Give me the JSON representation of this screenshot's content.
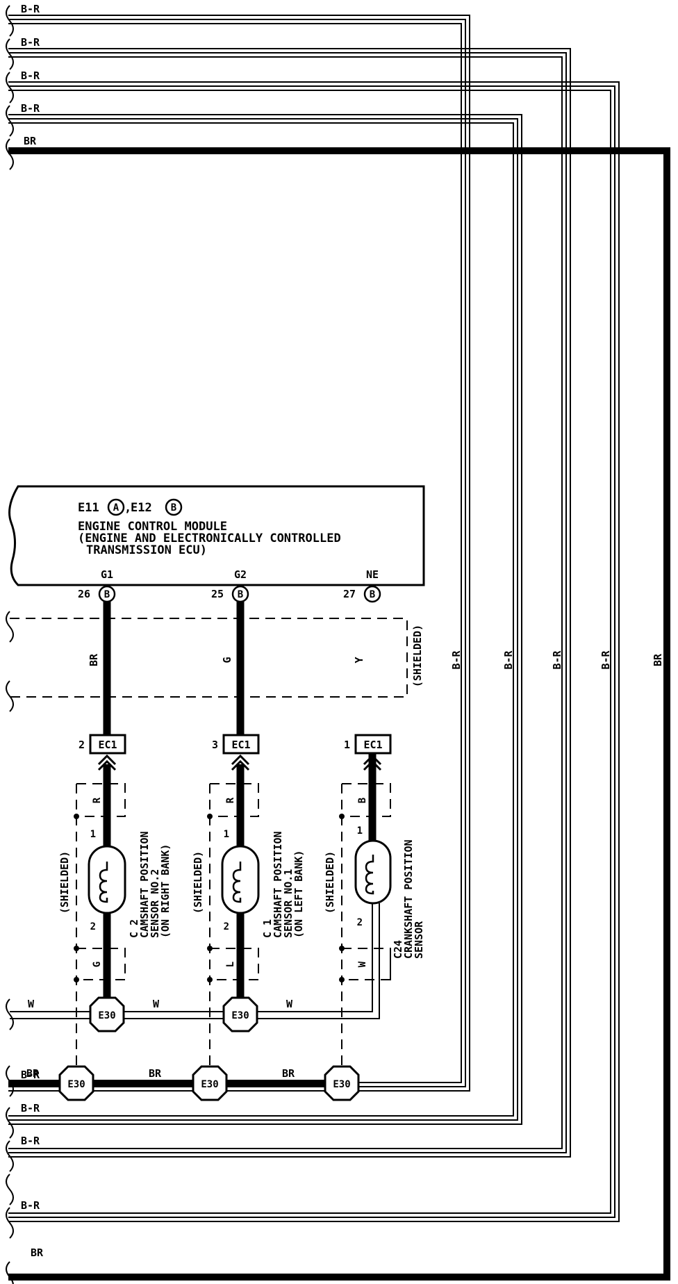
{
  "ecm": {
    "connector_a": "E11",
    "connector_a_tag": "A",
    "connector_b": "E12",
    "connector_b_tag": "B",
    "title_line1": "ENGINE CONTROL MODULE",
    "title_line2": "(ENGINE AND ELECTRONICALLY CONTROLLED",
    "title_line3": "TRANSMISSION ECU)",
    "pins": [
      {
        "name": "G1",
        "number": "26",
        "tag": "B"
      },
      {
        "name": "G2",
        "number": "25",
        "tag": "B"
      },
      {
        "name": "NE",
        "number": "27",
        "tag": "B"
      }
    ]
  },
  "top_wires": [
    "B-R",
    "B-R",
    "B-R",
    "B-R",
    "BR"
  ],
  "bottom_wires": [
    "B-R",
    "B-R",
    "B-R",
    "B-R",
    "BR"
  ],
  "vertical_wires": [
    "B-R",
    "B-R",
    "B-R",
    "B-R",
    "BR"
  ],
  "ecm_wires": [
    "BR",
    "G",
    "Y"
  ],
  "shielded": "(SHIELDED)",
  "junction": "EC1",
  "junction_pins": [
    "2",
    "3",
    "1"
  ],
  "sensors": [
    {
      "code": "C 2",
      "line1": "CAMSHAFT POSITION",
      "line2": "SENSOR NO.2",
      "line3": "(ON RIGHT BANK)",
      "wire_top": "R",
      "wire_bottom": "G"
    },
    {
      "code": "C 1",
      "line1": "CAMSHAFT POSITION",
      "line2": "SENSOR NO.1",
      "line3": "(ON LEFT BANK)",
      "wire_top": "R",
      "wire_bottom": "L"
    },
    {
      "code": "C24",
      "line1": "CRANKSHAFT POSITION",
      "line2": "SENSOR",
      "line3": "",
      "wire_top": "B",
      "wire_bottom": "W"
    }
  ],
  "sensor_pins": [
    "1",
    "2"
  ],
  "ground": "E30",
  "w_wire": "W",
  "br_wire": "BR"
}
